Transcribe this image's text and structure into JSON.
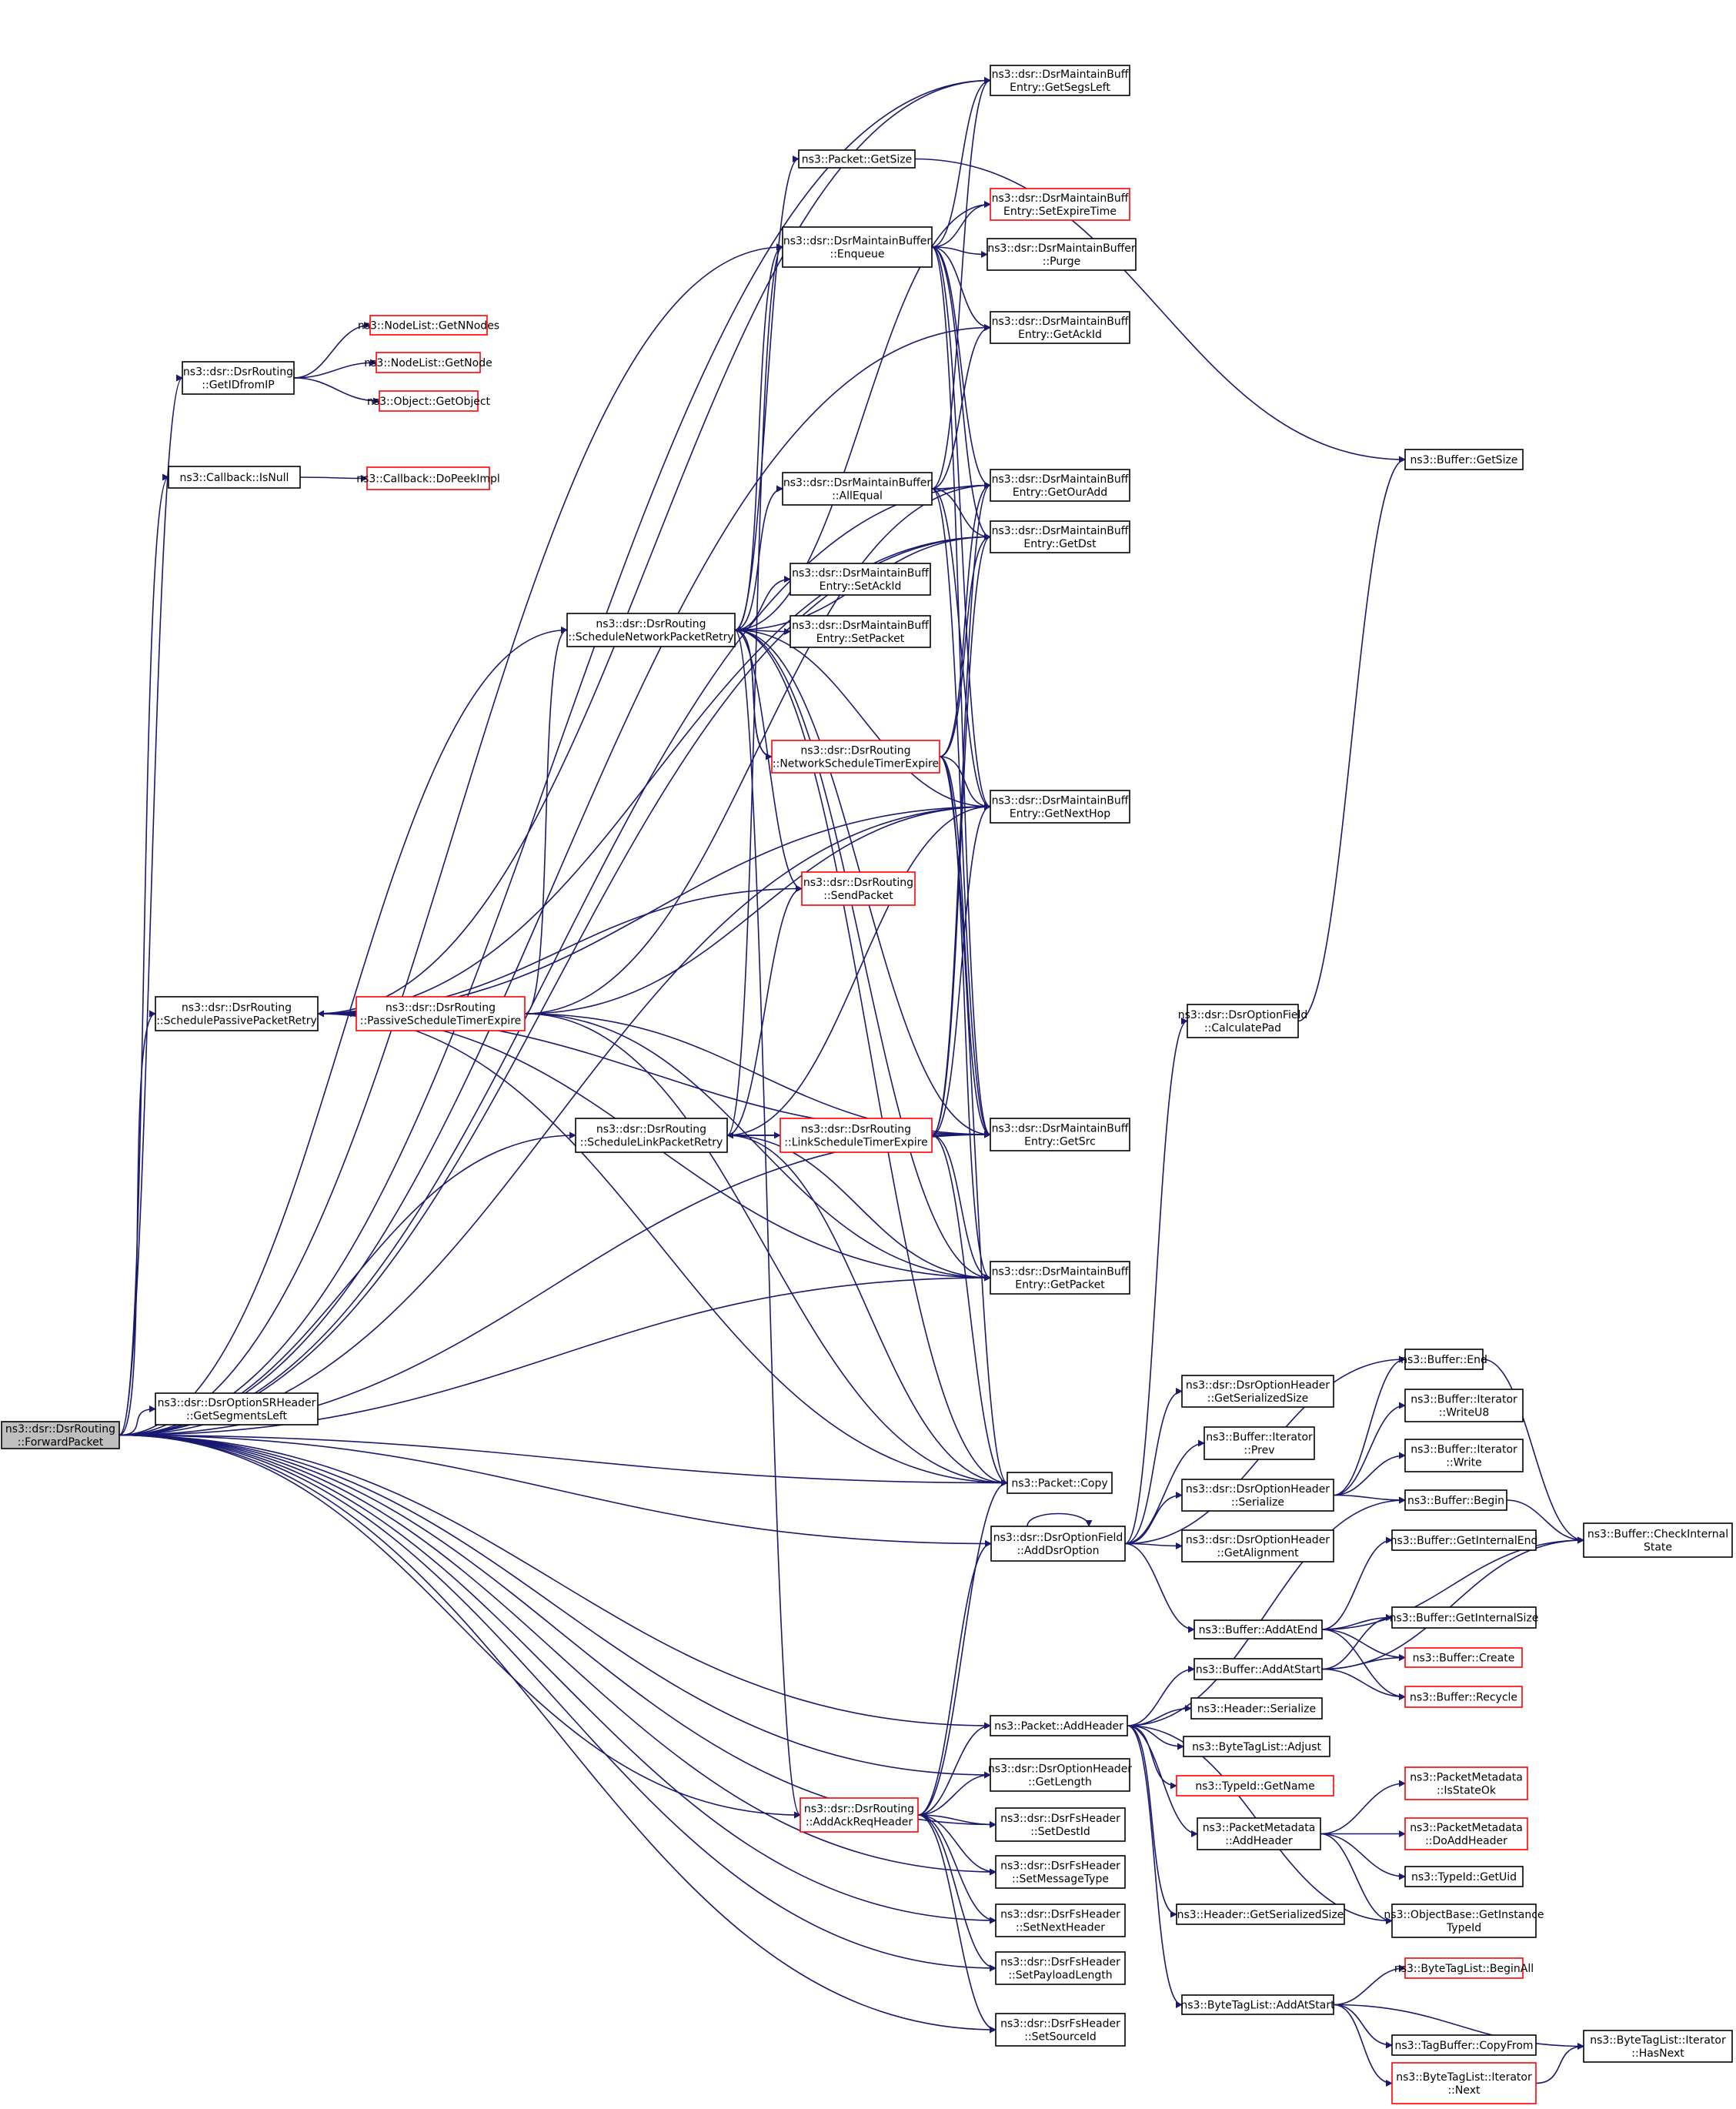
{
  "nodes": [
    {
      "id": "forward",
      "lines": [
        "ns3::dsr::DsrRouting",
        "::ForwardPacket"
      ],
      "style": "root"
    },
    {
      "id": "segsleft",
      "lines": [
        "ns3::dsr::DsrMaintainBuff",
        "Entry::GetSegsLeft"
      ],
      "style": "normal"
    },
    {
      "id": "pktsize",
      "lines": [
        "ns3::Packet::GetSize"
      ],
      "style": "normal"
    },
    {
      "id": "setexpire",
      "lines": [
        "ns3::dsr::DsrMaintainBuff",
        "Entry::SetExpireTime"
      ],
      "style": "red"
    },
    {
      "id": "enqueue",
      "lines": [
        "ns3::dsr::DsrMaintainBuffer",
        "::Enqueue"
      ],
      "style": "normal"
    },
    {
      "id": "purge",
      "lines": [
        "ns3::dsr::DsrMaintainBuffer",
        "::Purge"
      ],
      "style": "normal"
    },
    {
      "id": "getackid",
      "lines": [
        "ns3::dsr::DsrMaintainBuff",
        "Entry::GetAckId"
      ],
      "style": "normal"
    },
    {
      "id": "getnnodes",
      "lines": [
        "ns3::NodeList::GetNNodes"
      ],
      "style": "red"
    },
    {
      "id": "getnode",
      "lines": [
        "ns3::NodeList::GetNode"
      ],
      "style": "red"
    },
    {
      "id": "getobject",
      "lines": [
        "ns3::Object::GetObject"
      ],
      "style": "red"
    },
    {
      "id": "getidfromip",
      "lines": [
        "ns3::dsr::DsrRouting",
        "::GetIDfromIP"
      ],
      "style": "normal"
    },
    {
      "id": "bufgetsize",
      "lines": [
        "ns3::Buffer::GetSize"
      ],
      "style": "normal"
    },
    {
      "id": "isnull",
      "lines": [
        "ns3::Callback::IsNull"
      ],
      "style": "normal"
    },
    {
      "id": "dopeek",
      "lines": [
        "ns3::Callback::DoPeekImpl"
      ],
      "style": "red"
    },
    {
      "id": "allequal",
      "lines": [
        "ns3::dsr::DsrMaintainBuffer",
        "::AllEqual"
      ],
      "style": "normal"
    },
    {
      "id": "getouradd",
      "lines": [
        "ns3::dsr::DsrMaintainBuff",
        "Entry::GetOurAdd"
      ],
      "style": "normal"
    },
    {
      "id": "getdst",
      "lines": [
        "ns3::dsr::DsrMaintainBuff",
        "Entry::GetDst"
      ],
      "style": "normal"
    },
    {
      "id": "setackid",
      "lines": [
        "ns3::dsr::DsrMaintainBuff",
        "Entry::SetAckId"
      ],
      "style": "normal"
    },
    {
      "id": "setpacket",
      "lines": [
        "ns3::dsr::DsrMaintainBuff",
        "Entry::SetPacket"
      ],
      "style": "normal"
    },
    {
      "id": "schednet",
      "lines": [
        "ns3::dsr::DsrRouting",
        "::ScheduleNetworkPacketRetry"
      ],
      "style": "normal"
    },
    {
      "id": "netexpire",
      "lines": [
        "ns3::dsr::DsrRouting",
        "::NetworkScheduleTimerExpire"
      ],
      "style": "red"
    },
    {
      "id": "getnexthop",
      "lines": [
        "ns3::dsr::DsrMaintainBuff",
        "Entry::GetNextHop"
      ],
      "style": "normal"
    },
    {
      "id": "sendpacket",
      "lines": [
        "ns3::dsr::DsrRouting",
        "::SendPacket"
      ],
      "style": "red"
    },
    {
      "id": "schedpassive",
      "lines": [
        "ns3::dsr::DsrRouting",
        "::SchedulePassivePacketRetry"
      ],
      "style": "normal"
    },
    {
      "id": "passiveexpire",
      "lines": [
        "ns3::dsr::DsrRouting",
        "::PassiveScheduleTimerExpire"
      ],
      "style": "red"
    },
    {
      "id": "calcpad",
      "lines": [
        "ns3::dsr::DsrOptionField",
        "::CalculatePad"
      ],
      "style": "normal"
    },
    {
      "id": "schedlink",
      "lines": [
        "ns3::dsr::DsrRouting",
        "::ScheduleLinkPacketRetry"
      ],
      "style": "normal"
    },
    {
      "id": "linkexpire",
      "lines": [
        "ns3::dsr::DsrRouting",
        "::LinkScheduleTimerExpire"
      ],
      "style": "red"
    },
    {
      "id": "getsrc",
      "lines": [
        "ns3::dsr::DsrMaintainBuff",
        "Entry::GetSrc"
      ],
      "style": "normal"
    },
    {
      "id": "getpacket",
      "lines": [
        "ns3::dsr::DsrMaintainBuff",
        "Entry::GetPacket"
      ],
      "style": "normal"
    },
    {
      "id": "bufend",
      "lines": [
        "ns3::Buffer::End"
      ],
      "style": "normal"
    },
    {
      "id": "optgetsersize",
      "lines": [
        "ns3::dsr::DsrOptionHeader",
        "::GetSerializedSize"
      ],
      "style": "normal"
    },
    {
      "id": "writeu8",
      "lines": [
        "ns3::Buffer::Iterator",
        "::WriteU8"
      ],
      "style": "normal"
    },
    {
      "id": "segmentsleft",
      "lines": [
        "ns3::dsr::DsrOptionSRHeader",
        "::GetSegmentsLeft"
      ],
      "style": "normal"
    },
    {
      "id": "iterprev",
      "lines": [
        "ns3::Buffer::Iterator",
        "::Prev"
      ],
      "style": "normal"
    },
    {
      "id": "iterwrite",
      "lines": [
        "ns3::Buffer::Iterator",
        "::Write"
      ],
      "style": "normal"
    },
    {
      "id": "pktcopy",
      "lines": [
        "ns3::Packet::Copy"
      ],
      "style": "normal"
    },
    {
      "id": "optserialize",
      "lines": [
        "ns3::dsr::DsrOptionHeader",
        "::Serialize"
      ],
      "style": "normal"
    },
    {
      "id": "bufbegin",
      "lines": [
        "ns3::Buffer::Begin"
      ],
      "style": "normal"
    },
    {
      "id": "checkinternal",
      "lines": [
        "ns3::Buffer::CheckInternal",
        "State"
      ],
      "style": "normal"
    },
    {
      "id": "adddsroption",
      "lines": [
        "ns3::dsr::DsrOptionField",
        "::AddDsrOption"
      ],
      "style": "normal"
    },
    {
      "id": "optgetalign",
      "lines": [
        "ns3::dsr::DsrOptionHeader",
        "::GetAlignment"
      ],
      "style": "normal"
    },
    {
      "id": "bufinternalend",
      "lines": [
        "ns3::Buffer::GetInternalEnd"
      ],
      "style": "normal"
    },
    {
      "id": "bufaddatend",
      "lines": [
        "ns3::Buffer::AddAtEnd"
      ],
      "style": "normal"
    },
    {
      "id": "bufinternalsize",
      "lines": [
        "ns3::Buffer::GetInternalSize"
      ],
      "style": "normal"
    },
    {
      "id": "bufcreate",
      "lines": [
        "ns3::Buffer::Create"
      ],
      "style": "red"
    },
    {
      "id": "bufaddatstart",
      "lines": [
        "ns3::Buffer::AddAtStart"
      ],
      "style": "normal"
    },
    {
      "id": "bufrecycle",
      "lines": [
        "ns3::Buffer::Recycle"
      ],
      "style": "red"
    },
    {
      "id": "pktaddheader",
      "lines": [
        "ns3::Packet::AddHeader"
      ],
      "style": "normal"
    },
    {
      "id": "hdrserialize",
      "lines": [
        "ns3::Header::Serialize"
      ],
      "style": "normal"
    },
    {
      "id": "btladjust",
      "lines": [
        "ns3::ByteTagList::Adjust"
      ],
      "style": "normal"
    },
    {
      "id": "optgetlength",
      "lines": [
        "ns3::dsr::DsrOptionHeader",
        "::GetLength"
      ],
      "style": "normal"
    },
    {
      "id": "typeidgetname",
      "lines": [
        "ns3::TypeId::GetName"
      ],
      "style": "red"
    },
    {
      "id": "isstateok",
      "lines": [
        "ns3::PacketMetadata",
        "::IsStateOk"
      ],
      "style": "red"
    },
    {
      "id": "addackreq",
      "lines": [
        "ns3::dsr::DsrRouting",
        "::AddAckReqHeader"
      ],
      "style": "red"
    },
    {
      "id": "setdestid",
      "lines": [
        "ns3::dsr::DsrFsHeader",
        "::SetDestId"
      ],
      "style": "normal"
    },
    {
      "id": "pmaddheader",
      "lines": [
        "ns3::PacketMetadata",
        "::AddHeader"
      ],
      "style": "normal"
    },
    {
      "id": "doaddheader",
      "lines": [
        "ns3::PacketMetadata",
        "::DoAddHeader"
      ],
      "style": "red"
    },
    {
      "id": "setmsgtype",
      "lines": [
        "ns3::dsr::DsrFsHeader",
        "::SetMessageType"
      ],
      "style": "normal"
    },
    {
      "id": "typeidgetuid",
      "lines": [
        "ns3::TypeId::GetUid"
      ],
      "style": "normal"
    },
    {
      "id": "hdrgetsersize",
      "lines": [
        "ns3::Header::GetSerializedSize"
      ],
      "style": "normal"
    },
    {
      "id": "setnextheader",
      "lines": [
        "ns3::dsr::DsrFsHeader",
        "::SetNextHeader"
      ],
      "style": "normal"
    },
    {
      "id": "getinstancetypeid",
      "lines": [
        "ns3::ObjectBase::GetInstance",
        "TypeId"
      ],
      "style": "normal"
    },
    {
      "id": "setpayloadlen",
      "lines": [
        "ns3::dsr::DsrFsHeader",
        "::SetPayloadLength"
      ],
      "style": "normal"
    },
    {
      "id": "btlbeginall",
      "lines": [
        "ns3::ByteTagList::BeginAll"
      ],
      "style": "red"
    },
    {
      "id": "btladdatstart",
      "lines": [
        "ns3::ByteTagList::AddAtStart"
      ],
      "style": "normal"
    },
    {
      "id": "setsourceid",
      "lines": [
        "ns3::dsr::DsrFsHeader",
        "::SetSourceId"
      ],
      "style": "normal"
    },
    {
      "id": "tagbufcopyfrom",
      "lines": [
        "ns3::TagBuffer::CopyFrom"
      ],
      "style": "normal"
    },
    {
      "id": "btliterhasnext",
      "lines": [
        "ns3::ByteTagList::Iterator",
        "::HasNext"
      ],
      "style": "normal"
    },
    {
      "id": "btliternext",
      "lines": [
        "ns3::ByteTagList::Iterator",
        "::Next"
      ],
      "style": "red"
    }
  ]
}
